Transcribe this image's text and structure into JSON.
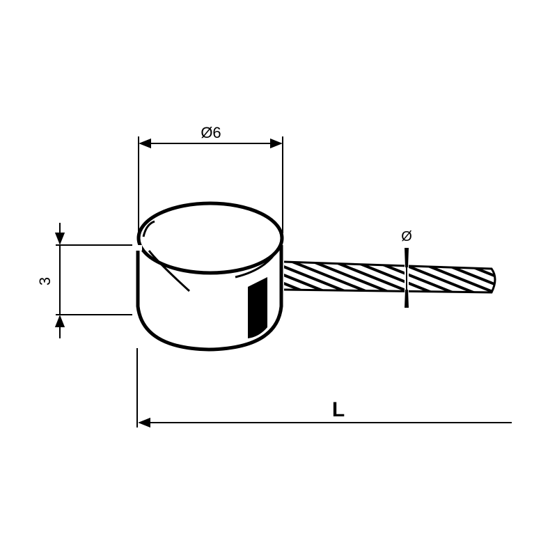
{
  "diagram": {
    "title": "Cable nipple with wire rope – technical drawing",
    "background": "#ffffff",
    "ink_color": "#000000",
    "dimensions": {
      "head_diameter": {
        "label": "Ø6",
        "value": 6,
        "unit": "mm"
      },
      "head_height": {
        "label": "3",
        "value": 3,
        "unit": "mm"
      },
      "cable_diameter": {
        "label": "Ø"
      },
      "total_length": {
        "label": "L"
      }
    },
    "parts": [
      "cylindrical-nipple-head",
      "twisted-wire-cable"
    ]
  }
}
